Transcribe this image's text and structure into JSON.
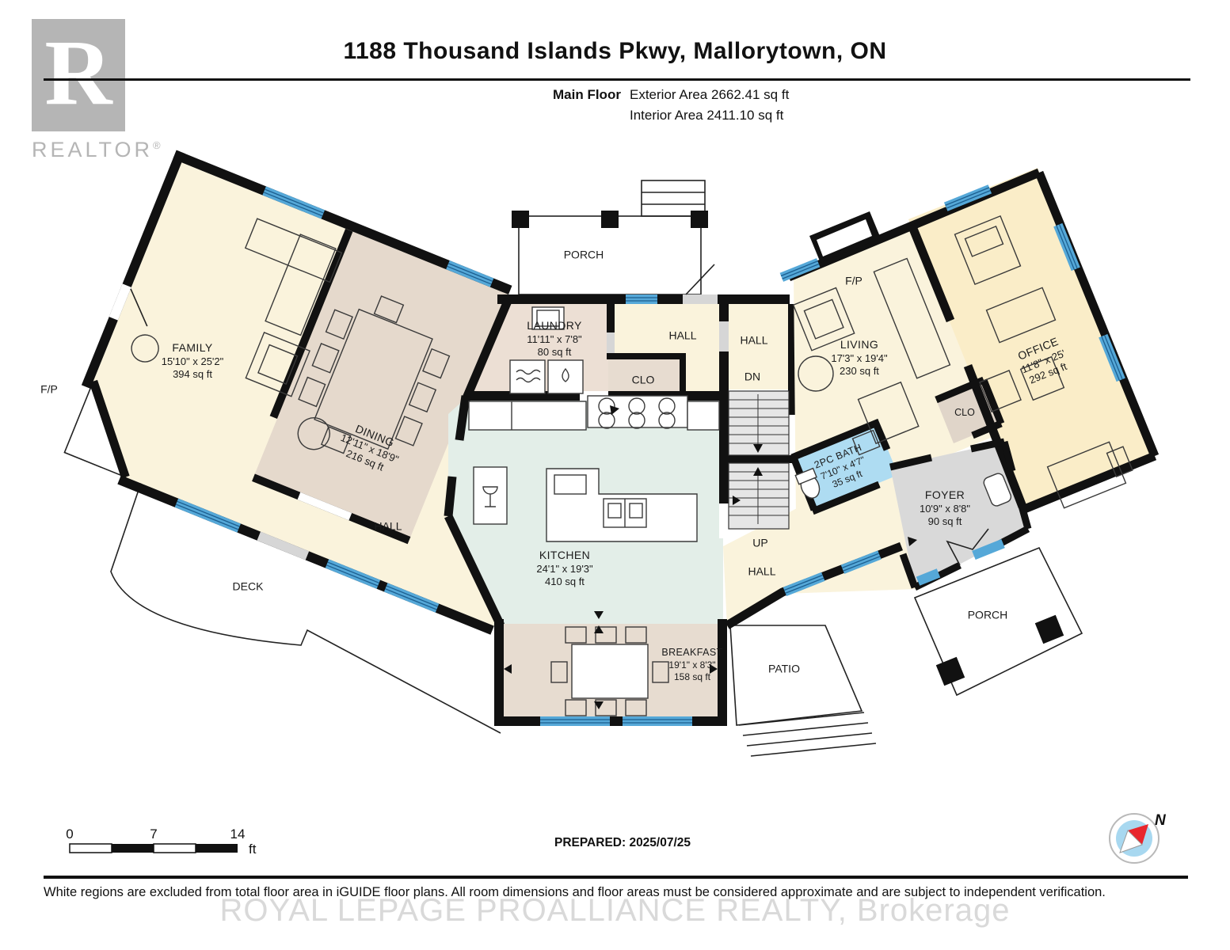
{
  "header": {
    "title": "1188 Thousand Islands Pkwy, Mallorytown, ON",
    "floor_label": "Main Floor",
    "exterior_area": "Exterior Area 2662.41 sq ft",
    "interior_area": "Interior Area 2411.10 sq ft"
  },
  "logo": {
    "letter": "R",
    "word": "REALTOR",
    "registered": "®"
  },
  "rooms": {
    "family": {
      "name": "FAMILY",
      "dims": "15'10\" x 25'2\"",
      "area": "394 sq ft"
    },
    "dining": {
      "name": "DINING",
      "dims": "12'11\" x 18'9\"",
      "area": "216 sq ft"
    },
    "laundry": {
      "name": "LAUNDRY",
      "dims": "11'11\" x 7'8\"",
      "area": "80 sq ft"
    },
    "kitchen": {
      "name": "KITCHEN",
      "dims": "24'1\" x 19'3\"",
      "area": "410 sq ft"
    },
    "breakfast": {
      "name": "BREAKFAST",
      "dims": "19'1\" x 8'3\"",
      "area": "158 sq ft"
    },
    "living": {
      "name": "LIVING",
      "dims": "17'3\" x 19'4\"",
      "area": "230 sq ft"
    },
    "office": {
      "name": "OFFICE",
      "dims": "11'8\" x 25'",
      "area": "292 sq ft"
    },
    "bath": {
      "name": "2PC BATH",
      "dims": "7'10\" x 4'7\"",
      "area": "35 sq ft"
    },
    "foyer": {
      "name": "FOYER",
      "dims": "10'9\" x 8'8\"",
      "area": "90 sq ft"
    }
  },
  "labels": {
    "porch": "PORCH",
    "deck": "DECK",
    "patio": "PATIO",
    "hall": "HALL",
    "clo": "CLO",
    "fp": "F/P",
    "up": "UP",
    "dn": "DN"
  },
  "scale_bar": {
    "tick0": "0",
    "tick7": "7",
    "tick14": "14",
    "unit": "ft"
  },
  "prepared": "PREPARED: 2025/07/25",
  "compass": {
    "label": "N"
  },
  "footer": {
    "disclaimer": "White regions are excluded from total floor area in iGUIDE floor plans. All room dimensions and floor areas must be considered approximate and are subject to independent verification.",
    "watermark": "ROYAL LEPAGE PROALLIANCE REALTY, Brokerage"
  },
  "colors": {
    "wall": "#111111",
    "window_blue": "#55A8D8",
    "bath_blue": "#AEDCF2",
    "cream": "#FAF3DC",
    "tan": "#E7DCD0",
    "kitchen_mint": "#E3EEE8",
    "office_cream": "#FAEDC8",
    "foyer_gray": "#D9D9D9",
    "compass_red": "#E8262D",
    "logo_gray": "#B5B5B5"
  }
}
